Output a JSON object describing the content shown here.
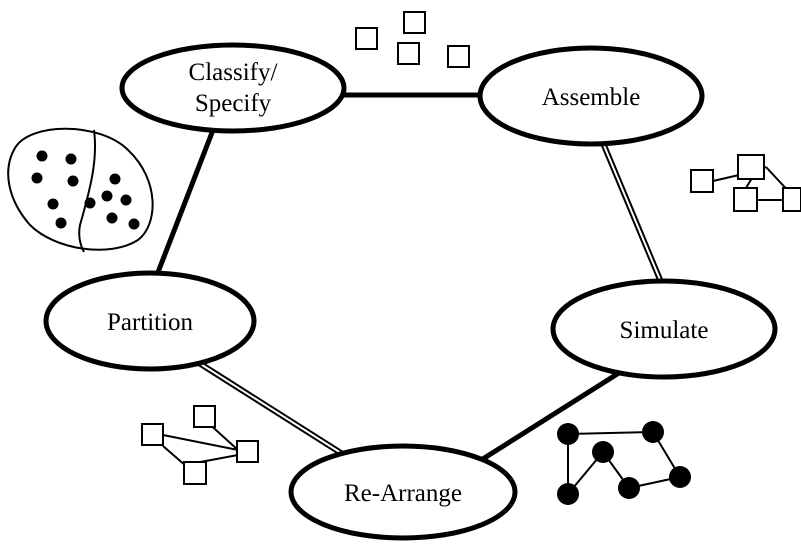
{
  "diagram": {
    "nodes": [
      {
        "id": "classify",
        "lines": [
          "Classify/",
          "Specify"
        ]
      },
      {
        "id": "assemble",
        "lines": [
          "Assemble"
        ]
      },
      {
        "id": "simulate",
        "lines": [
          "Simulate"
        ]
      },
      {
        "id": "rearrange",
        "lines": [
          "Re-Arrange"
        ]
      },
      {
        "id": "partition",
        "lines": [
          "Partition"
        ]
      }
    ],
    "edges": [
      {
        "from": "classify",
        "to": "assemble",
        "style": "thick"
      },
      {
        "from": "assemble",
        "to": "simulate",
        "style": "double"
      },
      {
        "from": "simulate",
        "to": "rearrange",
        "style": "thick"
      },
      {
        "from": "rearrange",
        "to": "partition",
        "style": "double"
      },
      {
        "from": "partition",
        "to": "classify",
        "style": "thick"
      }
    ]
  }
}
